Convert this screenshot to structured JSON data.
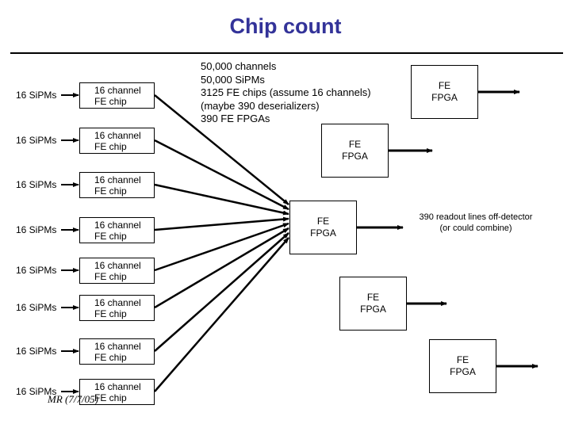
{
  "slide": {
    "title": "Chip count",
    "title_color": "#333399",
    "author_stamp": "MR (7/7/05)"
  },
  "inputs": [
    {
      "sipm_label": "16 SiPMs",
      "chip_line1": "16 channel",
      "chip_line2": "FE chip"
    },
    {
      "sipm_label": "16 SiPMs",
      "chip_line1": "16 channel",
      "chip_line2": "FE chip"
    },
    {
      "sipm_label": "16 SiPMs",
      "chip_line1": "16 channel",
      "chip_line2": "FE chip"
    },
    {
      "sipm_label": "16 SiPMs",
      "chip_line1": "16 channel",
      "chip_line2": "FE chip"
    },
    {
      "sipm_label": "16 SiPMs",
      "chip_line1": "16 channel",
      "chip_line2": "FE chip"
    },
    {
      "sipm_label": "16 SiPMs",
      "chip_line1": "16 channel",
      "chip_line2": "FE chip"
    },
    {
      "sipm_label": "16 SiPMs",
      "chip_line1": "16 channel",
      "chip_line2": "FE chip"
    },
    {
      "sipm_label": "16 SiPMs",
      "chip_line1": "16 channel",
      "chip_line2": "FE chip"
    }
  ],
  "summary": {
    "lines": [
      "50,000 channels",
      "50,000 SiPMs",
      "3125 FE chips (assume 16 channels)",
      "(maybe 390 deserializers)",
      "390 FE FPGAs"
    ]
  },
  "fpgas": [
    {
      "line1": "FE",
      "line2": "FPGA"
    },
    {
      "line1": "FE",
      "line2": "FPGA"
    },
    {
      "line1": "FE",
      "line2": "FPGA"
    },
    {
      "line1": "FE",
      "line2": "FPGA"
    },
    {
      "line1": "FE",
      "line2": "FPGA"
    }
  ],
  "readout": {
    "line1": "390 readout lines off-detector",
    "line2": "(or could combine)"
  }
}
